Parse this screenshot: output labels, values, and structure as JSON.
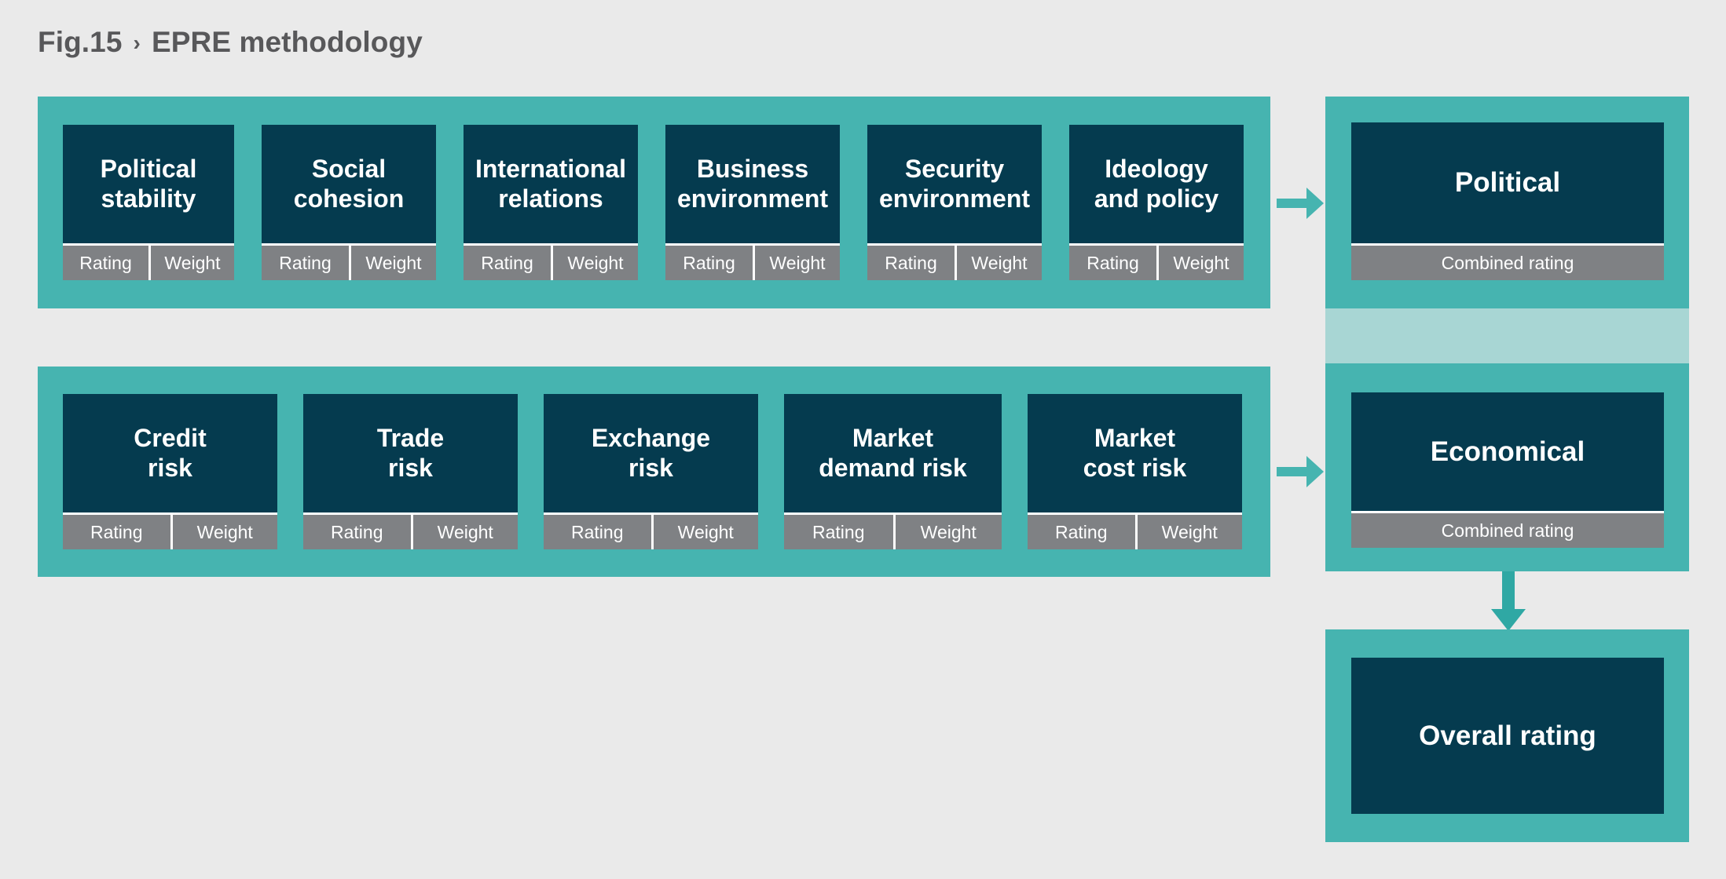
{
  "figure": {
    "label": "Fig.15",
    "separator": "›",
    "title": "EPRE methodology"
  },
  "colors": {
    "background": "#eaeaea",
    "panel_teal": "#46b4b0",
    "panel_teal_light": "#a8d6d4",
    "box_navy": "#053b4f",
    "footer_gray": "#7f8184",
    "title_gray": "#58585a",
    "text_white": "#ffffff"
  },
  "labels": {
    "rating": "Rating",
    "weight": "Weight",
    "combined_rating": "Combined rating"
  },
  "rows": [
    {
      "group": "political",
      "factors": [
        {
          "title": "Political\nstability",
          "rating": "Rating",
          "weight": "Weight"
        },
        {
          "title": "Social\ncohesion",
          "rating": "Rating",
          "weight": "Weight"
        },
        {
          "title": "International\nrelations",
          "rating": "Rating",
          "weight": "Weight"
        },
        {
          "title": "Business\nenvironment",
          "rating": "Rating",
          "weight": "Weight"
        },
        {
          "title": "Security\nenvironment",
          "rating": "Rating",
          "weight": "Weight"
        },
        {
          "title": "Ideology\nand policy",
          "rating": "Rating",
          "weight": "Weight"
        }
      ],
      "aggregate": {
        "title": "Political",
        "footer": "Combined rating"
      }
    },
    {
      "group": "economical",
      "factors": [
        {
          "title": "Credit\nrisk",
          "rating": "Rating",
          "weight": "Weight"
        },
        {
          "title": "Trade\nrisk",
          "rating": "Rating",
          "weight": "Weight"
        },
        {
          "title": "Exchange\nrisk",
          "rating": "Rating",
          "weight": "Weight"
        },
        {
          "title": "Market\ndemand risk",
          "rating": "Rating",
          "weight": "Weight"
        },
        {
          "title": "Market\ncost risk",
          "rating": "Rating",
          "weight": "Weight"
        }
      ],
      "aggregate": {
        "title": "Economical",
        "footer": "Combined rating"
      }
    }
  ],
  "overall": {
    "title": "Overall rating"
  }
}
